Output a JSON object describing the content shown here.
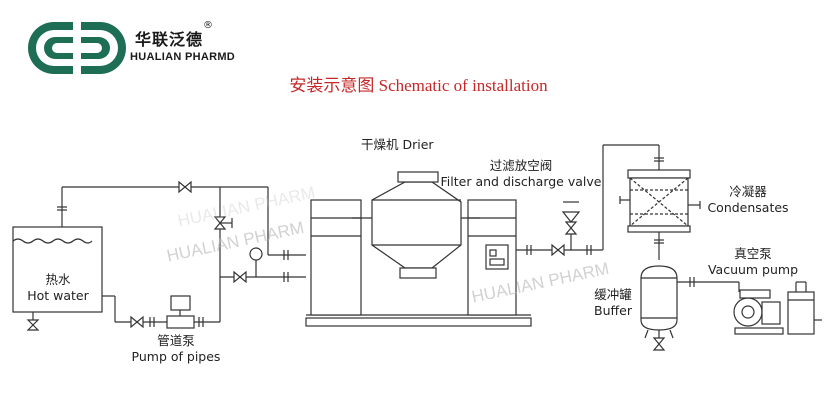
{
  "logo": {
    "name_cn": "华联泛德",
    "name_en": "HUALIAN PHARMD",
    "registered_mark": "®",
    "color_primary": "#1e6e55",
    "icon": "cd-ring-logo"
  },
  "title": "安装示意图  Schematic of installation",
  "title_color": "#c62828",
  "labels": {
    "drier_cn": "干燥机",
    "drier_en": "Drier",
    "valve_cn": "过滤放空阀",
    "valve_en": "Filter and discharge valve",
    "condenser_cn": "冷凝器",
    "condenser_en": "Condensates",
    "vacuum_cn": "真空泵",
    "vacuum_en": "Vacuum pump",
    "hotwater_cn": "热水",
    "hotwater_en": "Hot water",
    "pipepump_cn": "管道泵",
    "pipepump_en": "Pump of pipes",
    "buffer_cn": "缓冲罐",
    "buffer_en": "Buffer"
  },
  "watermarks": [
    "HUALIAN PHARM",
    "HUALIAN PHARM",
    "HUALIAN PHARM"
  ]
}
